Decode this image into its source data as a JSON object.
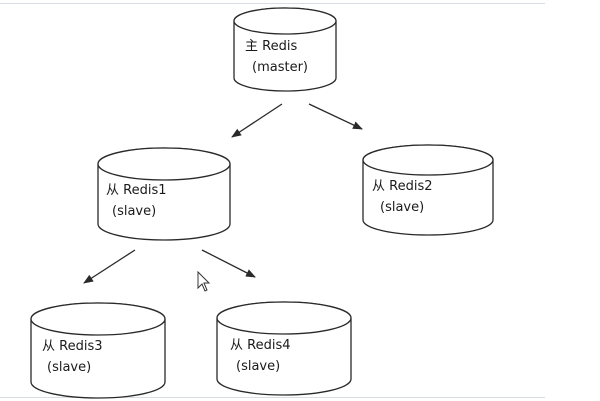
{
  "nodes": [
    {
      "id": "master",
      "label": "主 Redis",
      "sublabel": "(master)"
    },
    {
      "id": "redis1",
      "label": "从 Redis1",
      "sublabel": "(slave)"
    },
    {
      "id": "redis2",
      "label": "从 Redis2",
      "sublabel": "(slave)"
    },
    {
      "id": "redis3",
      "label": "从 Redis3",
      "sublabel": "(slave)"
    },
    {
      "id": "redis4",
      "label": "从 Redis4",
      "sublabel": "(slave)"
    }
  ],
  "edges": [
    {
      "from": "master",
      "to": "redis1"
    },
    {
      "from": "master",
      "to": "redis2"
    },
    {
      "from": "redis1",
      "to": "redis3"
    },
    {
      "from": "redis1",
      "to": "redis4"
    }
  ],
  "colors": {
    "stroke": "#2a2a2a",
    "background": "#ffffff"
  }
}
